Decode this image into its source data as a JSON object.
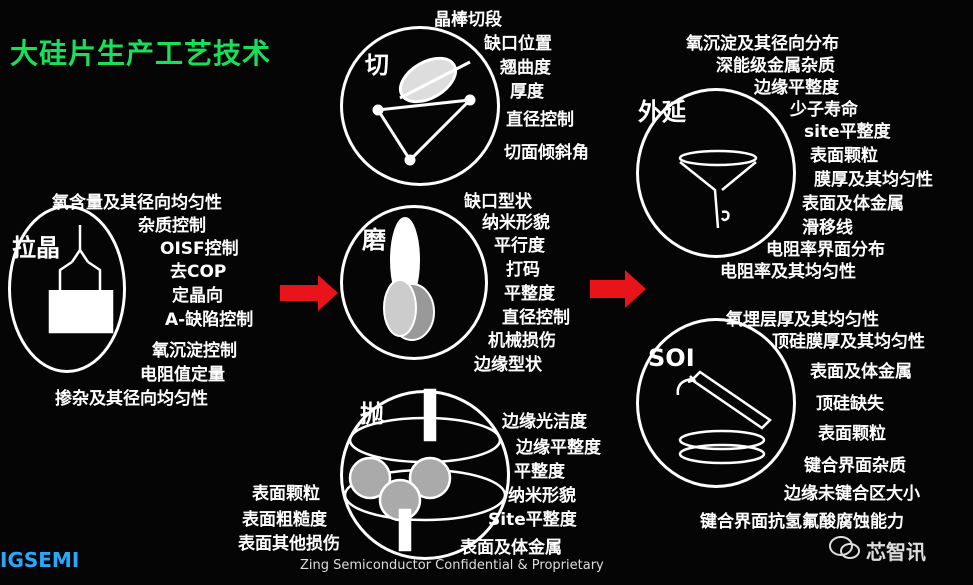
{
  "title": "大硅片生产工艺技术",
  "stages": {
    "pulling": {
      "name": "拉晶",
      "items": [
        "氧含量及其径向均匀性",
        "杂质控制",
        "OISF控制",
        "去COP",
        "定晶向",
        "A-缺陷控制",
        "氧沉淀控制",
        "电阻值定量",
        "掺杂及其径向均匀性"
      ]
    },
    "cutting": {
      "name": "切",
      "items": [
        "晶棒切段",
        "缺口位置",
        "翘曲度",
        "厚度",
        "直径控制",
        "切面倾斜角"
      ]
    },
    "grinding": {
      "name": "磨",
      "items": [
        "缺口型状",
        "纳米形貌",
        "平行度",
        "打码",
        "平整度",
        "直径控制",
        "机械损伤",
        "边缘型状"
      ]
    },
    "polishing": {
      "name": "抛",
      "left_items": [
        "表面颗粒",
        "表面粗糙度",
        "表面其他损伤"
      ],
      "right_items": [
        "边缘光洁度",
        "边缘平整度",
        "平整度",
        "纳米形貌",
        "Site平整度",
        "表面及体金属"
      ]
    },
    "epitaxy": {
      "name": "外延",
      "items": [
        "氧沉淀及其径向分布",
        "深能级金属杂质",
        "边缘平整度",
        "少子寿命",
        "site平整度",
        "表面颗粒",
        "膜厚及其均匀性",
        "表面及体金属",
        "滑移线",
        "电阻率界面分布",
        "电阻率及其均匀性"
      ]
    },
    "soi": {
      "name": "SOI",
      "items": [
        "氧埋层厚及其均匀性",
        "顶硅膜厚及其均匀性",
        "表面及体金属",
        "顶硅缺失",
        "表面颗粒",
        "键合界面杂质",
        "边缘未键合区大小",
        "键合界面抗氢氟酸腐蚀能力"
      ]
    }
  },
  "footer": "Zing Semiconductor Confidential & Proprietary",
  "brand": "IGSEMI",
  "watermark": "芯智讯",
  "colors": {
    "title": "#18e05a",
    "arrow": "#e8141a"
  }
}
